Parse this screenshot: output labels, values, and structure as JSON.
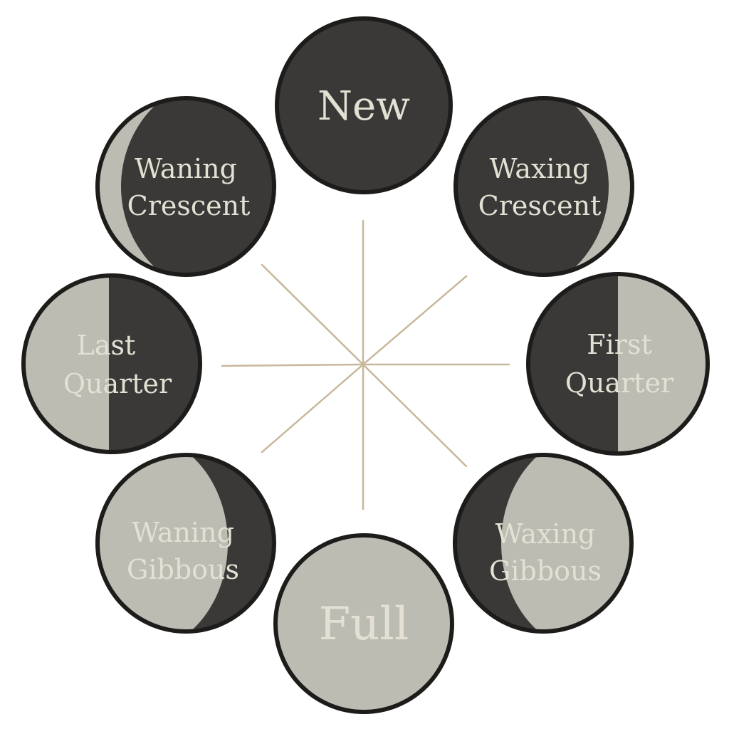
{
  "colors": {
    "dark": "#3a3937",
    "light": "#bdbcb3",
    "outline": "#1d1c1a",
    "ray": "#c8b89a",
    "label": "#e4e1d4"
  },
  "phases": [
    {
      "id": "new",
      "lines": [
        "New"
      ],
      "shade": "new"
    },
    {
      "id": "waxing-crescent",
      "lines": [
        "Waxing",
        "Crescent"
      ],
      "shade": "waxing-crescent"
    },
    {
      "id": "first-quarter",
      "lines": [
        "First",
        "Quarter"
      ],
      "shade": "first-quarter"
    },
    {
      "id": "waxing-gibbous",
      "lines": [
        "Waxing",
        "Gibbous"
      ],
      "shade": "waxing-gibbous"
    },
    {
      "id": "full",
      "lines": [
        "Full"
      ],
      "shade": "full"
    },
    {
      "id": "waning-gibbous",
      "lines": [
        "Waning",
        "Gibbous"
      ],
      "shade": "waning-gibbous"
    },
    {
      "id": "last-quarter",
      "lines": [
        "Last",
        "Quarter"
      ],
      "shade": "last-quarter"
    },
    {
      "id": "waning-crescent",
      "lines": [
        "Waning",
        "Crescent"
      ],
      "shade": "waning-crescent"
    }
  ]
}
